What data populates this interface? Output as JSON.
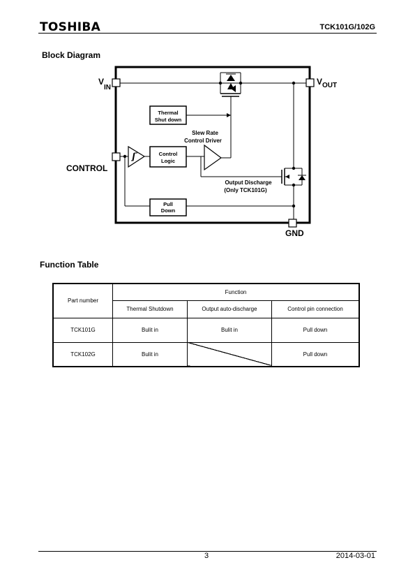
{
  "header": {
    "logo": "TOSHIBA",
    "part_number": "TCK101G/102G"
  },
  "block_diagram": {
    "title": "Block Diagram",
    "pins": {
      "vin_main": "V",
      "vin_sub": "IN",
      "vout_main": "V",
      "vout_sub": "OUT",
      "control": "CONTROL",
      "gnd": "GND"
    },
    "blocks": {
      "thermal_line1": "Thermal",
      "thermal_line2": "Shut down",
      "control_logic_line1": "Control",
      "control_logic_line2": "Logic",
      "pull_down_line1": "Pull",
      "pull_down_line2": "Down"
    },
    "labels": {
      "slew_line1": "Slew Rate",
      "slew_line2": "Control Driver",
      "discharge_line1": "Output Discharge",
      "discharge_line2": "(Only TCK101G)"
    }
  },
  "function_table": {
    "title": "Function Table",
    "header": {
      "part_number": "Part number",
      "function": "Function",
      "columns": [
        "Thermal Shutdown",
        "Output auto-discharge",
        "Control pin connection"
      ]
    },
    "rows": [
      {
        "part": "TCK101G",
        "thermal": "Bulit in",
        "discharge": "Bulit in",
        "control": "Pull down"
      },
      {
        "part": "TCK102G",
        "thermal": "Bulit in",
        "discharge": "",
        "control": "Pull down"
      }
    ]
  },
  "footer": {
    "page": "3",
    "date": "2014-03-01"
  }
}
